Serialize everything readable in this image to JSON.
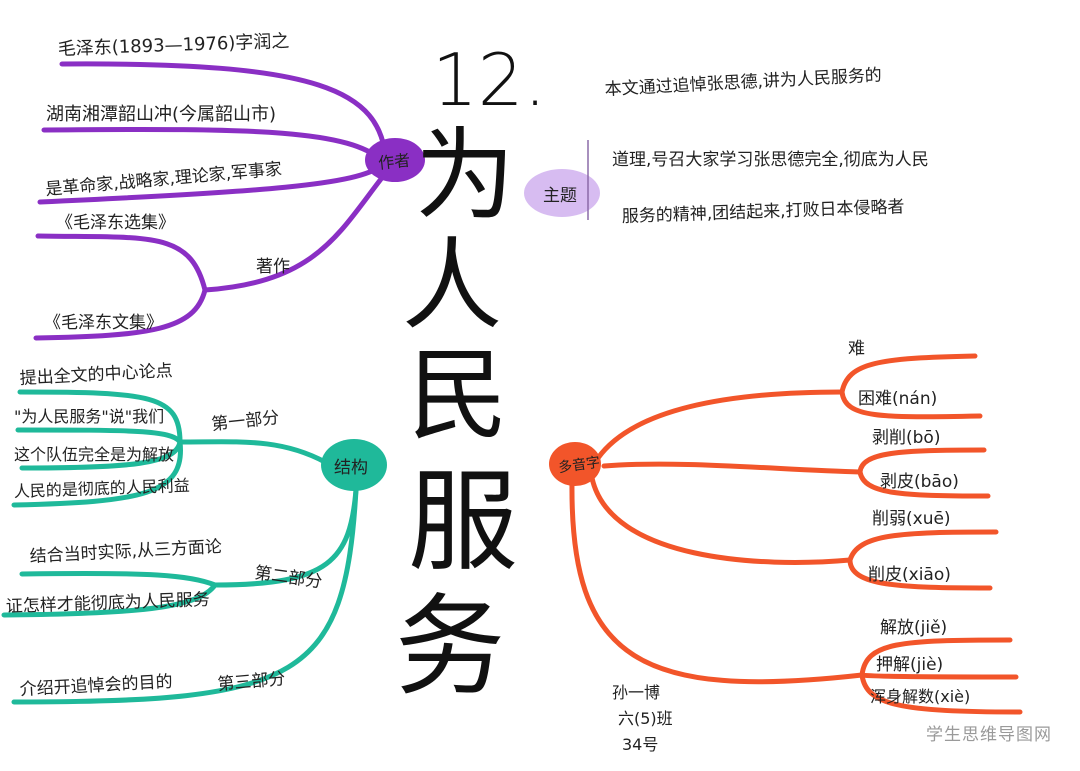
{
  "title": {
    "number": "12.",
    "chars": [
      "为",
      "人",
      "民",
      "服",
      "务"
    ]
  },
  "author_branch": {
    "node": "作者",
    "items": [
      "毛泽东(1893—1976)字润之",
      "湖南湘潭韶山冲(今属韶山市)",
      "是革命家,战略家,理论家,军事家"
    ],
    "works_label": "著作",
    "works": [
      "《毛泽东选集》",
      "《毛泽东文集》"
    ]
  },
  "theme_branch": {
    "node": "主题",
    "lines": [
      "本文通过追悼张思德,讲为人民服务的",
      "道理,号召大家学习张思德完全,彻底为人民",
      "服务的精神,团结起来,打败日本侵略者"
    ]
  },
  "structure_branch": {
    "node": "结构",
    "parts": [
      {
        "label": "第一部分",
        "items": [
          "提出全文的中心论点",
          "\"为人民服务\"说\"我们",
          "这个队伍完全是为解放",
          "人民的是彻底的人民利益"
        ]
      },
      {
        "label": "第二部分",
        "items": [
          "结合当时实际,从三方面论",
          "证怎样才能彻底为人民服务"
        ]
      },
      {
        "label": "第三部分",
        "items": [
          "介绍开追悼会的目的"
        ]
      }
    ]
  },
  "polyphone_branch": {
    "node": "多音字",
    "groups": [
      [
        "难",
        "困难(nán)"
      ],
      [
        "剥削(bō)",
        "剥皮(bāo)"
      ],
      [
        "削弱(xuē)",
        "削皮(xiāo)"
      ],
      [
        "解放(jiě)",
        "押解(jiè)",
        "浑身解数(xiè)"
      ]
    ]
  },
  "signature": {
    "lines": [
      "孙一博",
      "六(5)班",
      "34号"
    ]
  },
  "watermark": "学生思维导图网",
  "colors": {
    "author": "#8a2fc4",
    "theme": "#b98fe0",
    "structure": "#1fb99a",
    "polyphone": "#f2552a",
    "ink": "#111111"
  }
}
